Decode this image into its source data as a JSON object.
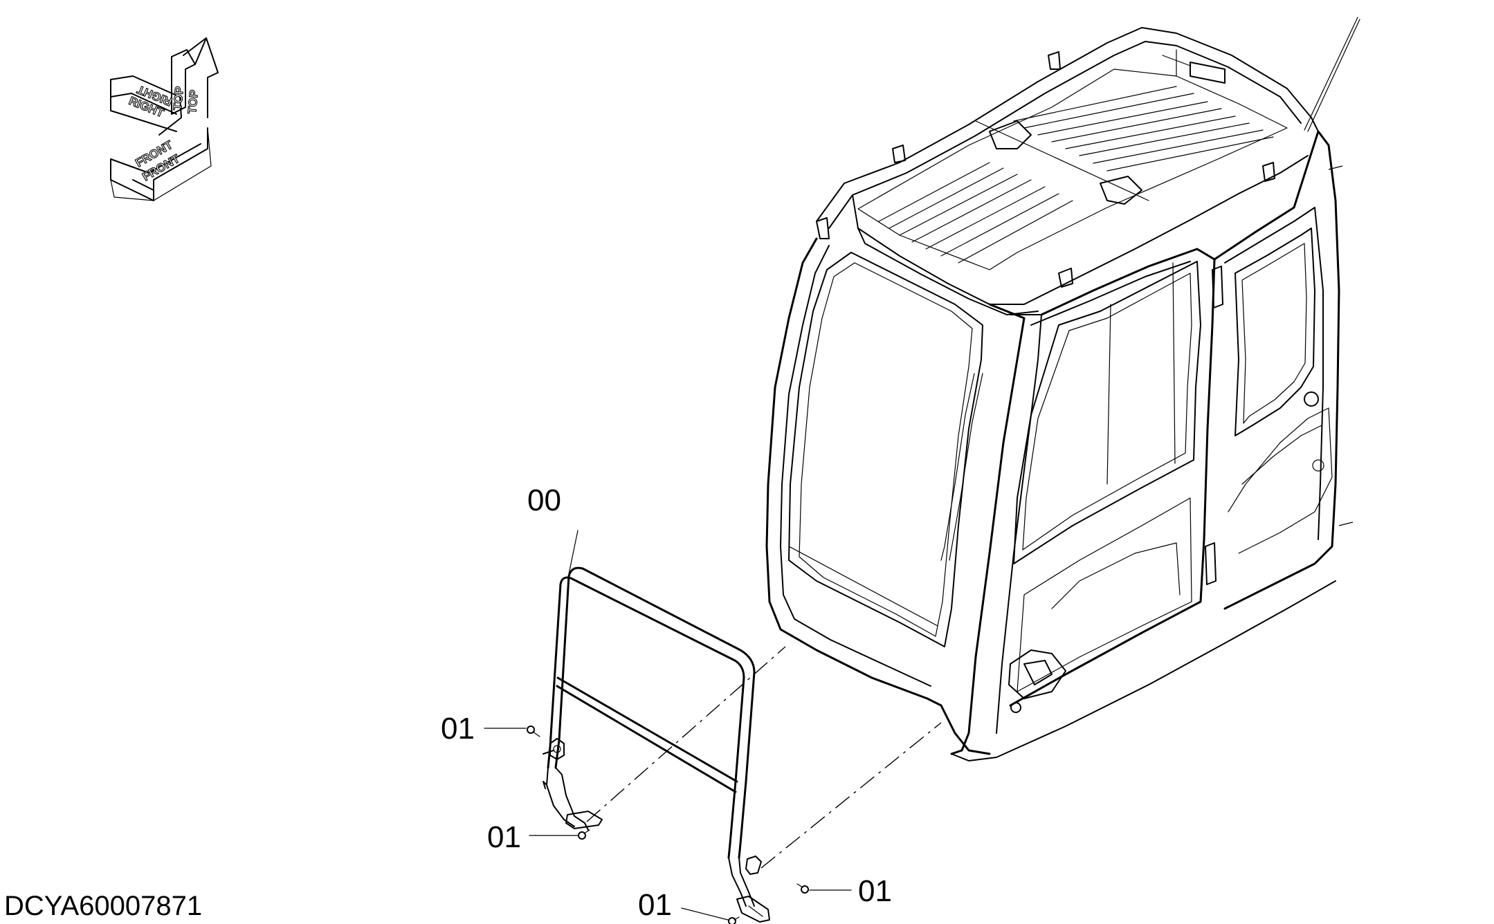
{
  "drawing_code": "DCYA60007871",
  "callouts": {
    "frame": "00",
    "bolt_upper_left": "01",
    "bolt_lower_left": "01",
    "bolt_right": "01",
    "bolt_bottom": "01"
  },
  "orientation": {
    "top": "TOP",
    "top_mirror": "TOP",
    "right": "RIGHT",
    "right_mirror": "RIGHT",
    "front": "FRONT",
    "front_mirror": "FRONT"
  }
}
